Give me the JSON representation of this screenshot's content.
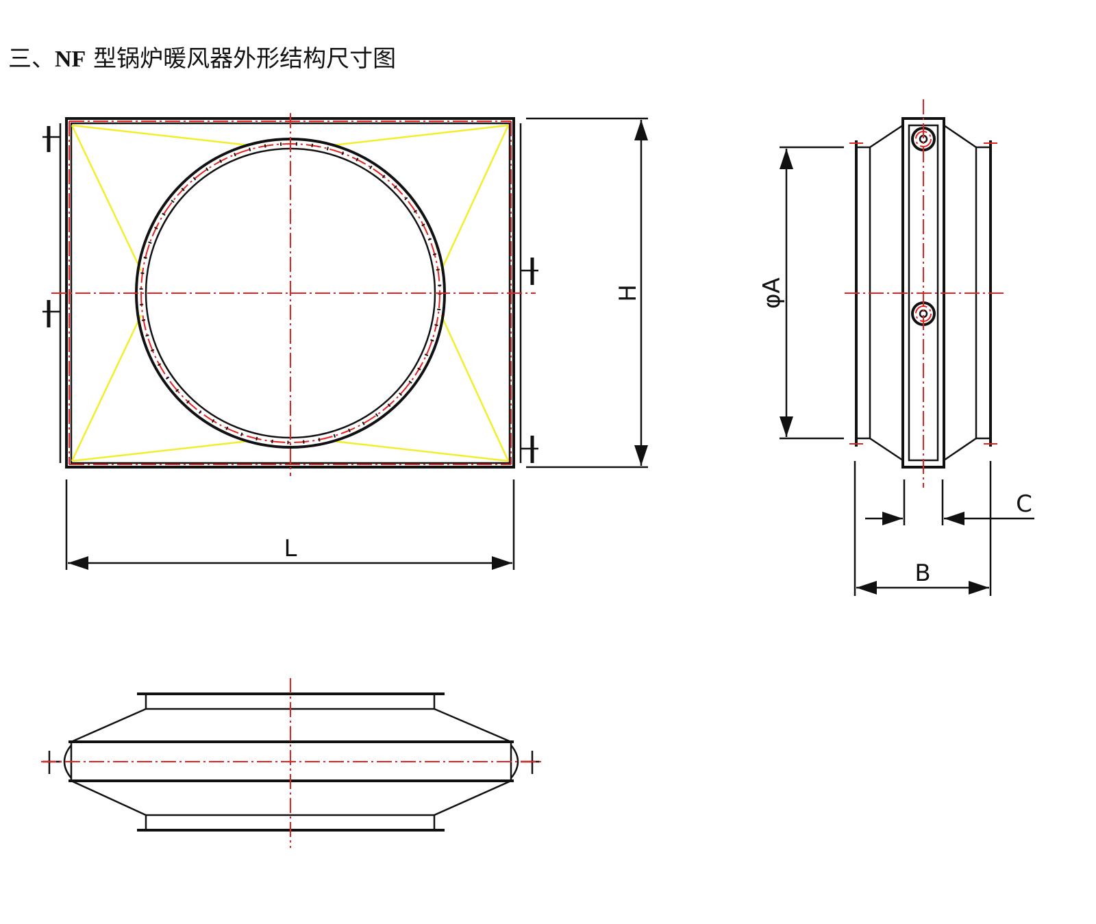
{
  "title": {
    "prefix": "三、",
    "model": "NF",
    "text": " 型锅炉暖风器外形结构尺寸图"
  },
  "dimensions": {
    "length": "L",
    "height": "H",
    "diameter": "φA",
    "width": "B",
    "clearance": "C"
  },
  "colors": {
    "outline": "#111111",
    "centerline": "#e52020",
    "support": "#f2ee2a"
  }
}
